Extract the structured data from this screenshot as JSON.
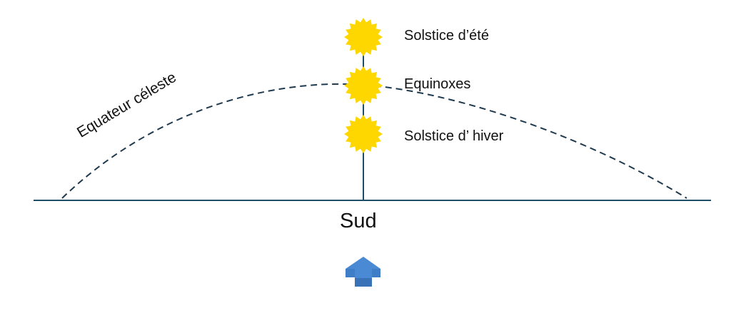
{
  "labels": {
    "summer_solstice": "Solstice d’été",
    "equinoxes": "Equinoxes",
    "winter_solstice": "Solstice d’ hiver",
    "celestial_equator": "Equateur céleste",
    "south": "Sud"
  },
  "colors": {
    "sun": "#FFD700",
    "lines": "#1F4E69",
    "arrow": "#4A89D4",
    "arrow_dark": "#3A72B8"
  }
}
